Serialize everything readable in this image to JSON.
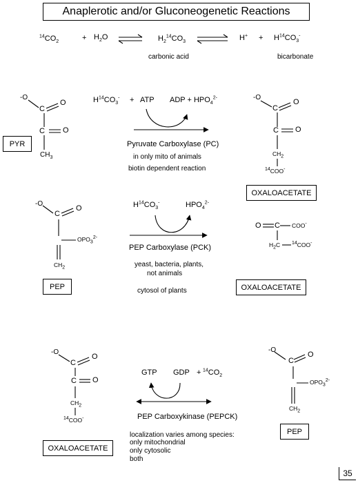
{
  "title": "Anaplerotic and/or Gluconeogenetic Reactions",
  "eq1": {
    "co2_sup": "14",
    "co2": "CO",
    "co2_sub": "2",
    "plus1": "+",
    "h2o_h": "H",
    "h2o_sub": "2",
    "h2o_o": "O",
    "h2co3_h": "H",
    "h2co3_sub2": "2",
    "h2co3_sup": "14",
    "h2co3_co": "CO",
    "h2co3_sub3": "3",
    "hplus_h": "H",
    "hplus_sup": "+",
    "plus2": "+",
    "hco3_h": "H",
    "hco3_sup14": "14",
    "hco3_co": "CO",
    "hco3_sub3": "3",
    "hco3_sup_minus": "-",
    "carbonic_acid": "carbonic acid",
    "bicarbonate": "bicarbonate"
  },
  "r1": {
    "pyr_label": "PYR",
    "hco3_h": "H",
    "hco3_sup14": "14",
    "hco3_co": "CO",
    "hco3_sub3": "3",
    "hco3_minus": "-",
    "plus": "+",
    "atp": "ATP",
    "adp": "ADP + HPO",
    "adp_sub4": "4",
    "adp_sup": "2-",
    "enzyme": "Pyruvate Carboxylase (PC)",
    "note1": "in only mito of animals",
    "note2": "biotin dependent reaction",
    "product_label": "OXALOACETATE",
    "ch3": "CH",
    "ch3_sub": "3",
    "ch2": "CH",
    "ch2_sub": "2",
    "coo_sup": "14",
    "coo": "COO",
    "coo_minus": "-",
    "o_minus": "-O",
    "c": "C",
    "o": "O"
  },
  "r2": {
    "pep_label": "PEP",
    "hco3_h": "H",
    "hco3_sup14": "14",
    "hco3_co": "CO",
    "hco3_sub3": "3",
    "hco3_minus": "-",
    "hpo": "HPO",
    "hpo_sub4": "4",
    "hpo_sup": "2-",
    "enzyme": "PEP Carboxylase (PCK)",
    "note1": "yeast, bacteria, plants,",
    "note2": "not animals",
    "note3": "cytosol of plants",
    "product_label": "OXALOACETATE",
    "opo3": "OPO",
    "opo3_sub": "3",
    "opo3_sup": "2-",
    "ch2": "CH",
    "ch2_sub": "2",
    "oaa_coo": "COO",
    "oaa_coo_minus": "-",
    "oaa_h2c_h": "H",
    "oaa_h2c_sub": "2",
    "oaa_h2c_c": "C",
    "oaa_coo2_sup": "14",
    "oaa_coo2": "COO",
    "oaa_coo2_minus": "-",
    "o": "O",
    "c": "C",
    "o_minus": "-O"
  },
  "r3": {
    "substrate_label": "OXALOACETATE",
    "gtp": "GTP",
    "gdp": "GDP",
    "plus": "+",
    "co2_sup": "14",
    "co2": "CO",
    "co2_sub": "2",
    "enzyme": "PEP Carboxykinase (PEPCK)",
    "note1": "localization varies among species:",
    "note2": "only mitochondrial",
    "note3": "only cytosolic",
    "note4": "both",
    "product_label": "PEP",
    "ch2": "CH",
    "ch2_sub": "2",
    "coo_sup": "14",
    "coo": "COO",
    "coo_minus": "-",
    "opo3": "OPO",
    "opo3_sub": "3",
    "opo3_sup": "2-",
    "o_minus": "-O",
    "c": "C",
    "o": "O"
  },
  "page_number": "35"
}
